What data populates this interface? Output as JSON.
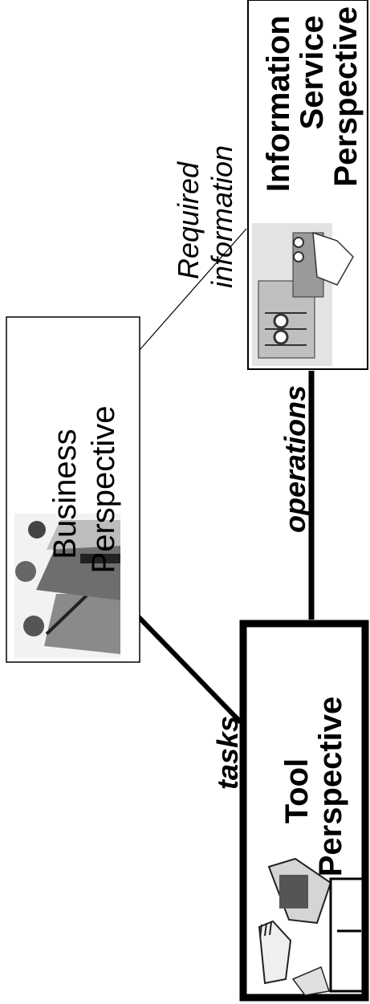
{
  "perspectives": {
    "business": {
      "line1": "Business",
      "line2": "Perspective"
    },
    "information": {
      "line1": "Information",
      "line2": "Service",
      "line3": "Perspective"
    },
    "tool": {
      "line1": "Tool",
      "line2": "Perspective"
    }
  },
  "links": {
    "required": {
      "line1": "Required",
      "line2": "information"
    },
    "operations": "operations",
    "tasks": "tasks"
  },
  "icons": {
    "business": "business-people-icon",
    "information": "server-computers-icon",
    "tool": "user-at-computer-icon"
  }
}
